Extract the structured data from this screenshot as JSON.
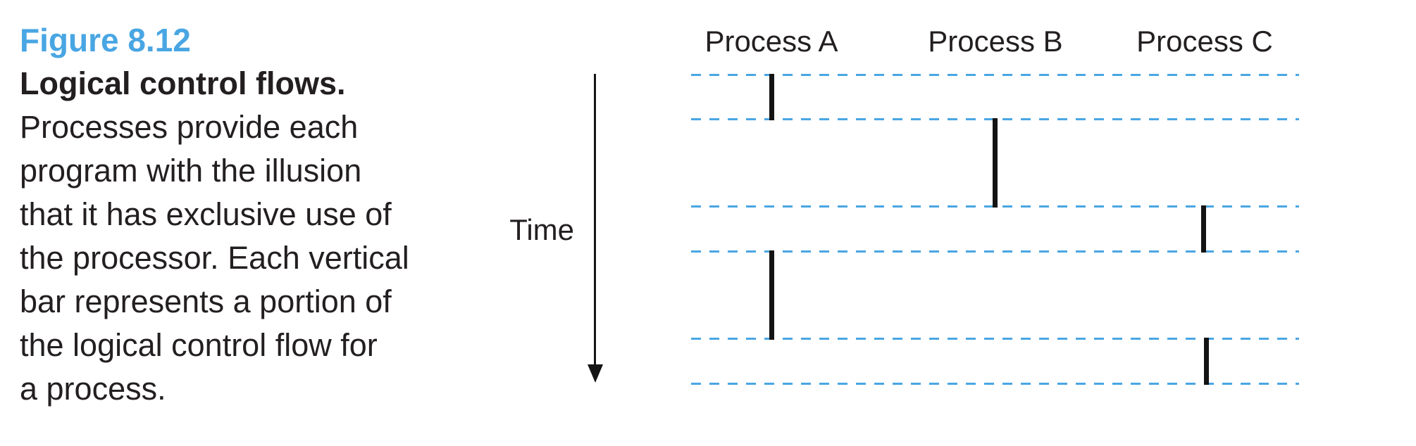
{
  "colors": {
    "accent-blue": "#49a6e3",
    "ink": "#231f20",
    "bar-black": "#141414"
  },
  "caption": {
    "figure_label": "Figure 8.12",
    "title": "Logical control flows.",
    "lines": [
      "Processes provide each",
      "program with the illusion",
      "that it has exclusive use of",
      "the processor. Each vertical",
      "bar represents a portion of",
      "the logical control flow for",
      "a process."
    ]
  },
  "diagram": {
    "columns": [
      "Process A",
      "Process B",
      "Process C"
    ],
    "time_label": "Time",
    "timeline_rows": 6,
    "segments": [
      {
        "process": "Process A",
        "row": 1
      },
      {
        "process": "Process B",
        "row": 2
      },
      {
        "process": "Process C",
        "row": 3
      },
      {
        "process": "Process A",
        "row": 4
      },
      {
        "process": "Process C",
        "row": 5
      }
    ]
  }
}
